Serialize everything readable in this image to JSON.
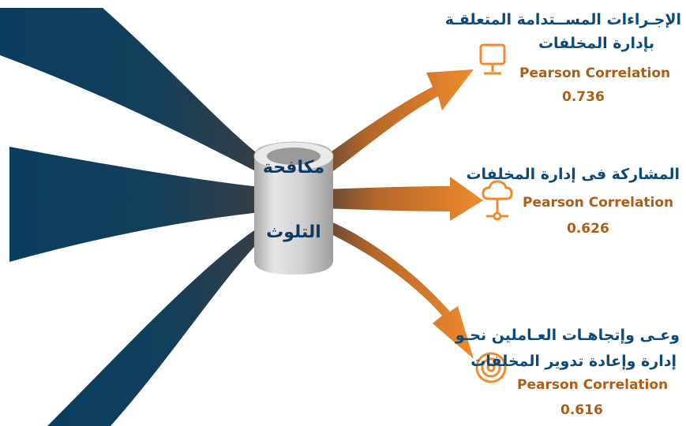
{
  "center": {
    "line1": "مكافحة",
    "line2": "التلوث"
  },
  "outcomes": [
    {
      "title_line1": "الإجـراءات المســتدامة المتعلقـة",
      "title_line2": "بإدارة المخلفات",
      "metric_label": "Pearson Correlation",
      "value": "0.736",
      "icon": "monitor-icon"
    },
    {
      "title_line1": "المشاركة فى إدارة المخلفات",
      "title_line2": "",
      "metric_label": "Pearson Correlation",
      "value": "0.626",
      "icon": "cloud-network-icon"
    },
    {
      "title_line1": "وعـى وإتجاهـات العـاملين نحـو",
      "title_line2": "إدارة وإعادة تدوير المخلفات",
      "metric_label": "Pearson Correlation",
      "value": "0.616",
      "icon": "target-icon"
    }
  ],
  "colors": {
    "input_blue": "#0b3d5e",
    "output_orange": "#f08a2c",
    "ring_gray": "#c8c8c8",
    "label_blue": "#0e4a78",
    "value_brown": "#b05c12"
  }
}
